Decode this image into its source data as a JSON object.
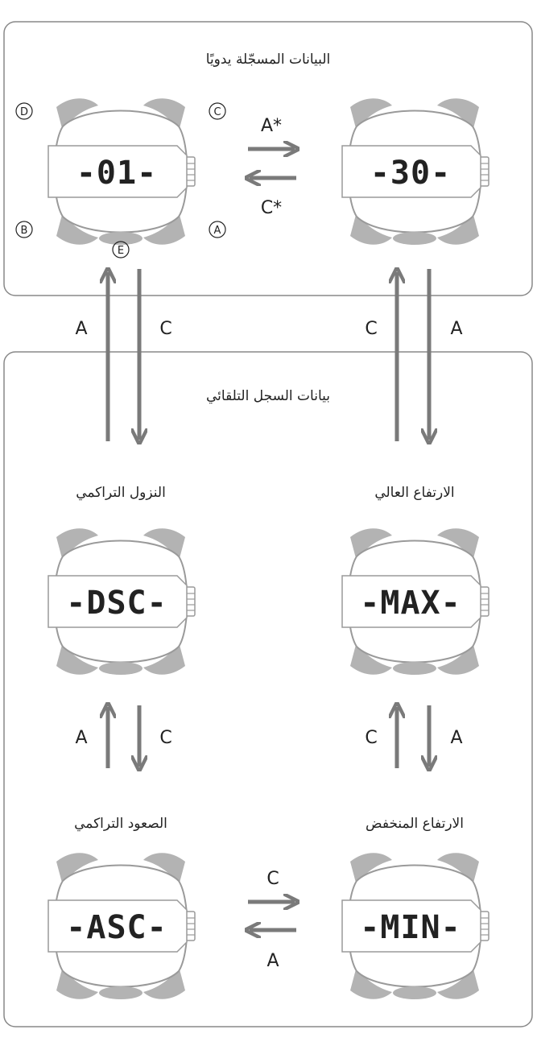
{
  "sections": {
    "manual": {
      "title": "البيانات المسجّلة يدويًا"
    },
    "auto": {
      "title": "بيانات السجل التلقائي"
    }
  },
  "screens": {
    "s01": {
      "display": "-01-"
    },
    "s30": {
      "display": "-30-"
    },
    "dsc": {
      "display": "-DSC-",
      "label": "النزول التراكمي"
    },
    "max": {
      "display": "-MAX-",
      "label": "الارتفاع العالي"
    },
    "asc": {
      "display": "-ASC-",
      "label": "الصعود التراكمي"
    },
    "min": {
      "display": "-MIN-",
      "label": "الارتفاع المنخفض"
    }
  },
  "buttons": {
    "d": "D",
    "c": "C",
    "b": "B",
    "a": "A",
    "e": "E"
  },
  "arrow_labels": {
    "top_right": "A*",
    "top_left": "C*",
    "left_up": "A",
    "left_down": "C",
    "right_up": "C",
    "right_down": "A",
    "mid_left_up": "A",
    "mid_left_down": "C",
    "mid_right_up": "C",
    "mid_right_down": "A",
    "bottom_right": "C",
    "bottom_left": "A"
  },
  "colors": {
    "arrow": "#7a7a7a",
    "bezel": "#b3b3b3",
    "frame": "#888888",
    "text": "#222222"
  }
}
